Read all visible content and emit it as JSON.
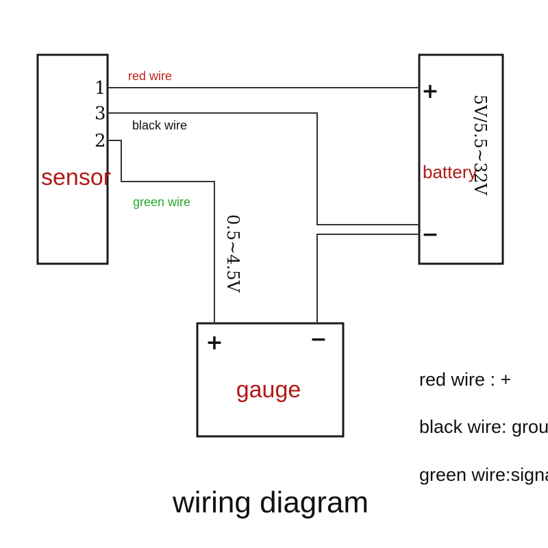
{
  "colors": {
    "red_wire": "#c0231e",
    "black_wire": "#111111",
    "green_wire": "#2aa82a",
    "component_label": "#b01a17",
    "line": "#333333"
  },
  "sensor": {
    "label": "sensor",
    "pins": [
      "1",
      "3",
      "2"
    ]
  },
  "battery": {
    "label": "battery",
    "plus": "+",
    "minus": "−",
    "voltage": "5V/5.5~32V"
  },
  "gauge": {
    "label": "gauge",
    "plus": "+",
    "minus": "−",
    "voltage": "0.5~4.5V"
  },
  "wires": {
    "red": "red wire",
    "black": "black wire",
    "green": "green wire"
  },
  "legend": {
    "items": [
      "red wire : +",
      "black wire: ground",
      "green wire:signal"
    ]
  },
  "title": "wiring diagram"
}
